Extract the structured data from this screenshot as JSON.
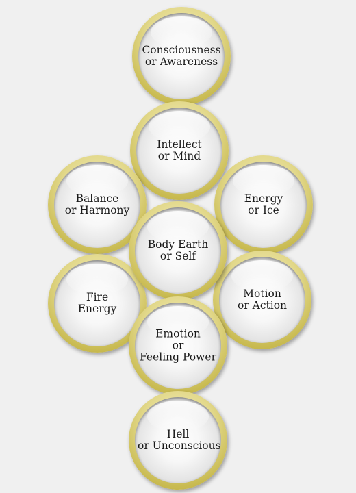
{
  "nodes": [
    {
      "id": "consciousness",
      "lines": [
        "Consciousness",
        "or Awareness"
      ]
    },
    {
      "id": "intellect",
      "lines": [
        "Intellect",
        "or Mind"
      ]
    },
    {
      "id": "balance",
      "lines": [
        "Balance",
        "or Harmony"
      ]
    },
    {
      "id": "energy-ice",
      "lines": [
        "Energy",
        "or Ice"
      ]
    },
    {
      "id": "body-earth",
      "lines": [
        "Body Earth",
        "or Self"
      ]
    },
    {
      "id": "fire",
      "lines": [
        "Fire",
        "Energy"
      ]
    },
    {
      "id": "motion",
      "lines": [
        "Motion",
        "or Action"
      ]
    },
    {
      "id": "emotion",
      "lines": [
        "Emotion",
        "or",
        "Feeling Power"
      ]
    },
    {
      "id": "hell",
      "lines": [
        "Hell",
        "or Unconscious"
      ]
    }
  ]
}
